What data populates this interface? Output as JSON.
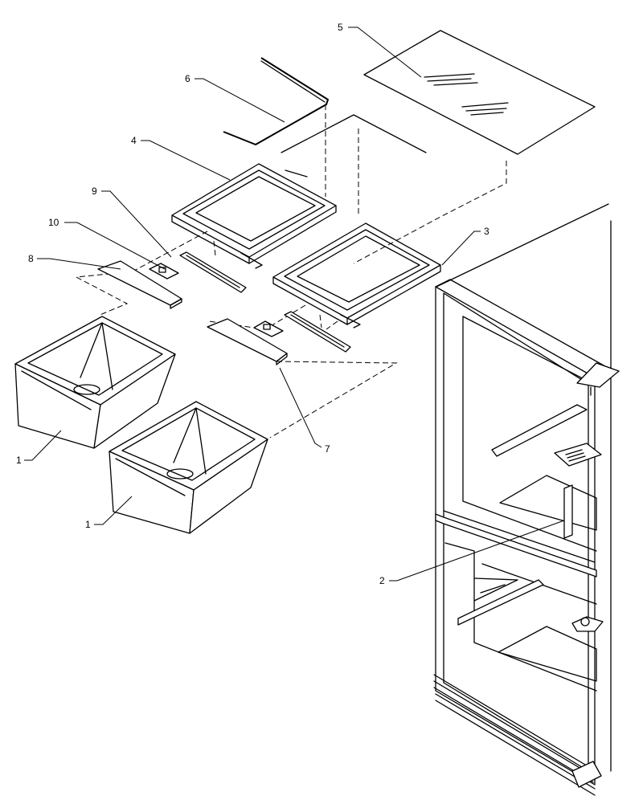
{
  "callouts": {
    "crisper_pan_left": "1",
    "crisper_pan_right": "1",
    "cabinet_liner": "2",
    "shelf_frame_right": "3",
    "shelf_frame_left": "4",
    "glass_shelf": "5",
    "shelf_trim": "6",
    "cover_support_right": "7",
    "cover_support_left": "8",
    "rail": "9",
    "bracket": "10"
  }
}
